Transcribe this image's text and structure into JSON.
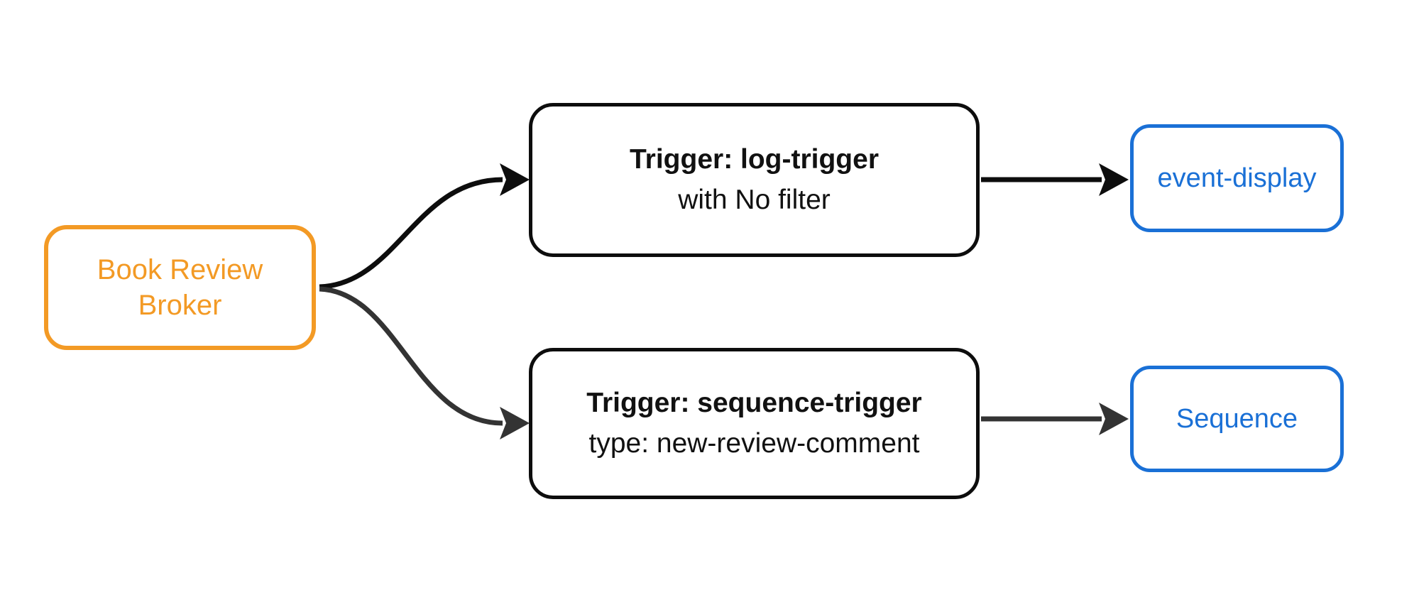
{
  "diagram": {
    "background": "#ffffff",
    "colors": {
      "broker_accent": "#f39a25",
      "trigger_border": "#0d0d0d",
      "sink_accent": "#1a70d6",
      "edge_dark": "#0d0d0d",
      "edge_gray": "#333333"
    },
    "nodes": {
      "broker": {
        "label": "Book Review Broker"
      },
      "trigger_log": {
        "title": "Trigger: log-trigger",
        "subtitle": "with No filter"
      },
      "trigger_sequence": {
        "title": "Trigger: sequence-trigger",
        "subtitle": "type: new-review-comment"
      },
      "sink_event_display": {
        "label": "event-display"
      },
      "sink_sequence": {
        "label": "Sequence"
      }
    },
    "edges": [
      {
        "from": "broker",
        "to": "trigger_log"
      },
      {
        "from": "broker",
        "to": "trigger_sequence"
      },
      {
        "from": "trigger_log",
        "to": "sink_event_display"
      },
      {
        "from": "trigger_sequence",
        "to": "sink_sequence"
      }
    ]
  }
}
